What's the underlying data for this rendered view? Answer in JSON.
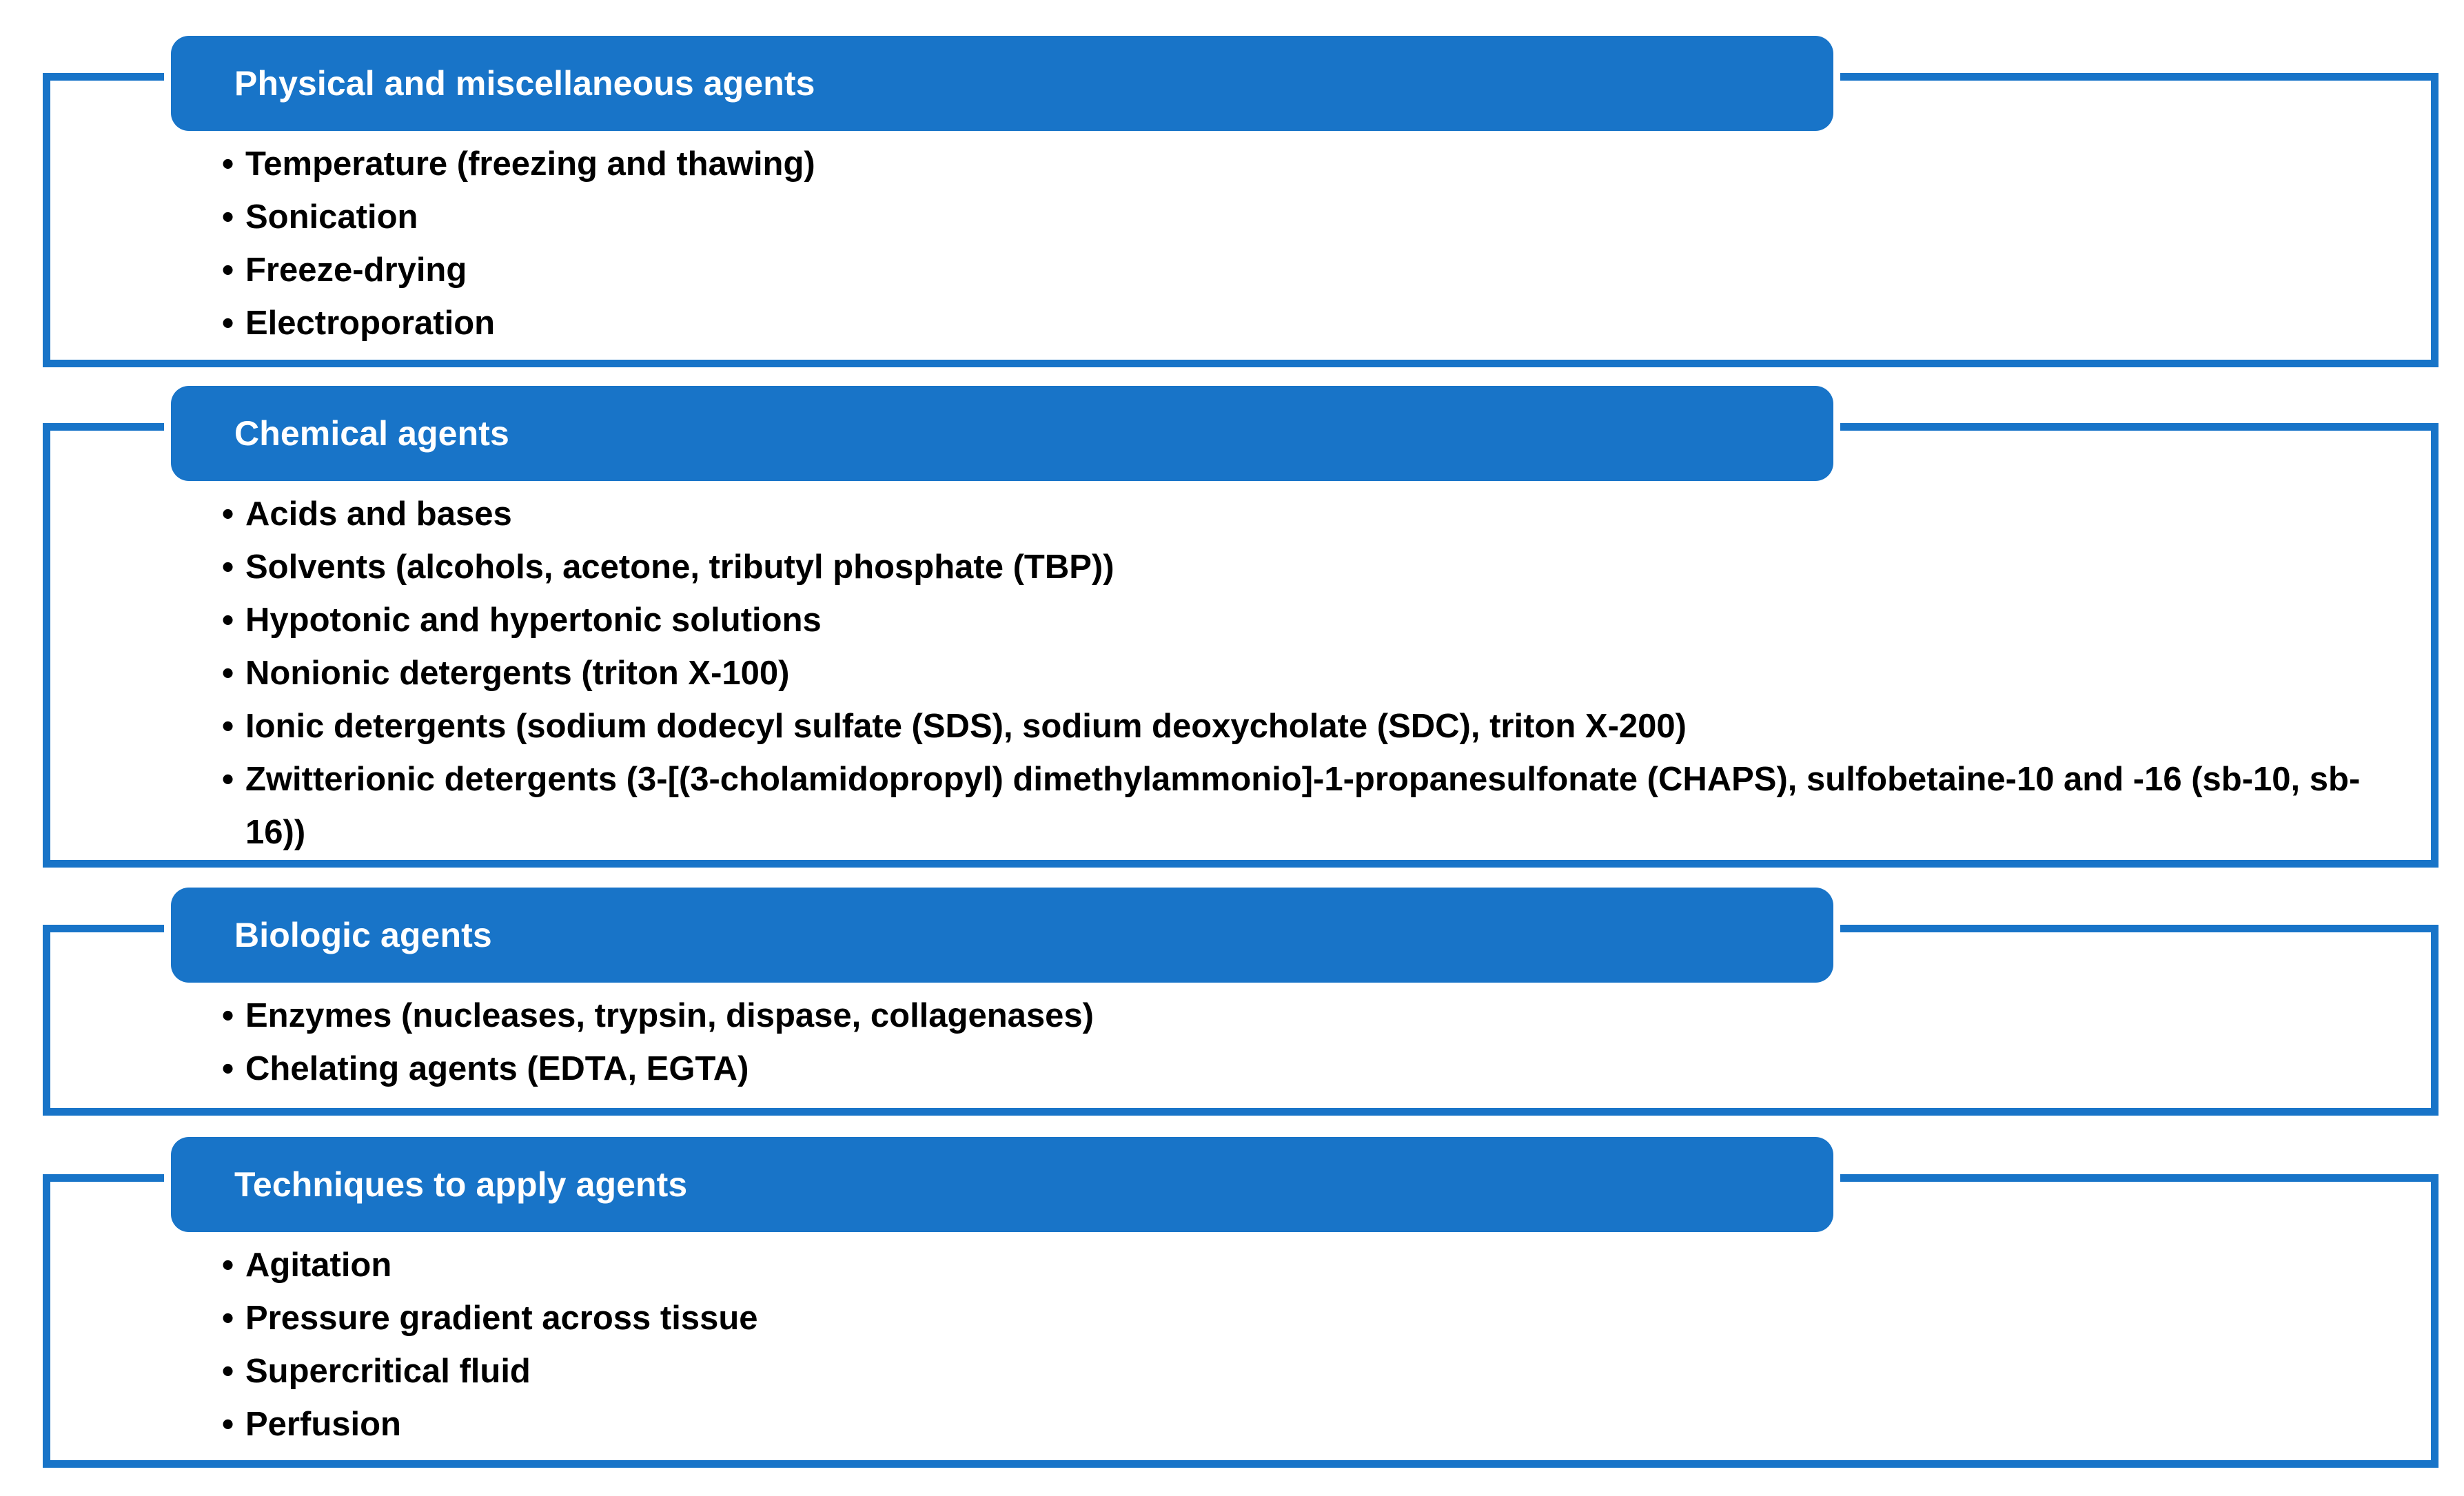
{
  "theme": {
    "accent_color": "#1874C8",
    "header_text_color": "#FFFFFF",
    "body_text_color": "#000000",
    "background_color": "#FFFFFF"
  },
  "diagram": {
    "type": "grouped-bracket-list",
    "group_count": 4,
    "groups": [
      {
        "id": "physical-and-miscellaneous-agents",
        "title": "Physical and miscellaneous agents",
        "items": [
          "Temperature (freezing and thawing)",
          "Sonication",
          "Freeze-drying",
          "Electroporation"
        ]
      },
      {
        "id": "chemical-agents",
        "title": "Chemical agents",
        "items": [
          "Acids and bases",
          "Solvents (alcohols, acetone, tributyl phosphate (TBP))",
          "Hypotonic and hypertonic solutions",
          "Nonionic detergents (triton X-100)",
          "Ionic detergents (sodium dodecyl sulfate (SDS), sodium deoxycholate (SDC), triton X-200)",
          "Zwitterionic detergents (3-[(3-cholamidopropyl) dimethylammonio]-1-propanesulfonate (CHAPS), sulfobetaine-10 and -16 (sb-10, sb-16))"
        ]
      },
      {
        "id": "biologic-agents",
        "title": "Biologic agents",
        "items": [
          "Enzymes (nucleases, trypsin, dispase, collagenases)",
          "Chelating agents (EDTA, EGTA)"
        ]
      },
      {
        "id": "techniques-to-apply-agents",
        "title": "Techniques to apply agents",
        "items": [
          "Agitation",
          "Pressure gradient across tissue",
          "Supercritical fluid",
          "Perfusion"
        ]
      }
    ]
  }
}
